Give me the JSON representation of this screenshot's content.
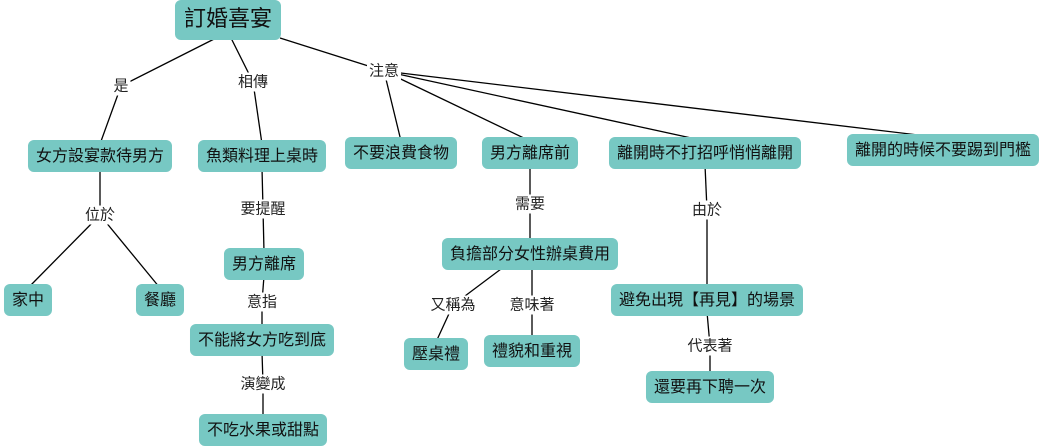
{
  "diagram": {
    "node_color": "#77c8c3",
    "edge_color": "#000000",
    "nodes": {
      "root": "訂婚喜宴",
      "n1": "女方設宴款待男方",
      "n2": "魚類料理上桌時",
      "n3": "不要浪費食物",
      "n4": "男方離席前",
      "n5": "離開時不打招呼悄悄離開",
      "n6": "離開的時候不要踢到門檻",
      "n7": "家中",
      "n8": "餐廳",
      "n9": "男方離席",
      "n10": "不能將女方吃到底",
      "n11": "不吃水果或甜點",
      "n12": "負擔部分女性辦桌費用",
      "n13": "壓桌禮",
      "n14": "禮貌和重視",
      "n15": "避免出現【再見】的場景",
      "n16": "還要再下聘一次"
    },
    "labels": {
      "l1": "是",
      "l2": "相傳",
      "l3": "注意",
      "l4": "位於",
      "l5": "要提醒",
      "l6": "意指",
      "l7": "演變成",
      "l8": "需要",
      "l9": "又稱為",
      "l10": "意味著",
      "l11": "由於",
      "l12": "代表著"
    }
  }
}
